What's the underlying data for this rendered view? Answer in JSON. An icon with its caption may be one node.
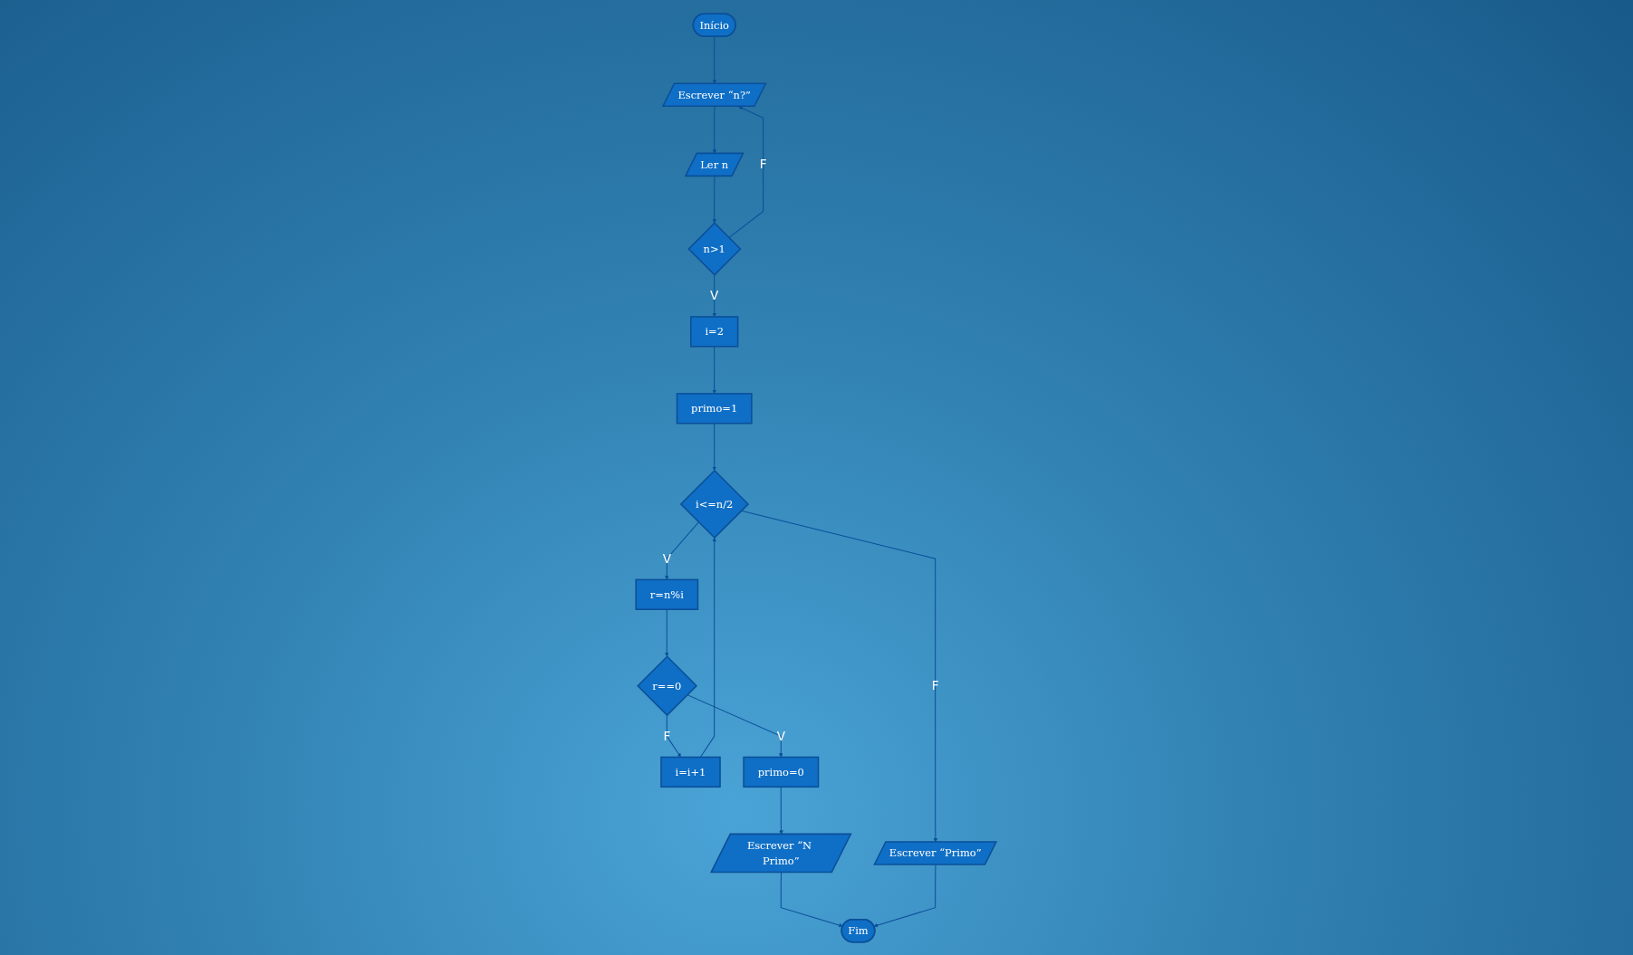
{
  "diagram": {
    "nodes": [
      {
        "text": [
          "Início"
        ]
      },
      {
        "text": [
          "Escrever “n?”"
        ]
      },
      {
        "text": [
          "Ler n"
        ]
      },
      {
        "text": [
          "n>1"
        ]
      },
      {
        "text": [
          "i=2"
        ]
      },
      {
        "text": [
          "primo=1"
        ]
      },
      {
        "text": [
          "i<=n/2"
        ]
      },
      {
        "text": [
          "r=n%i"
        ]
      },
      {
        "text": [
          "r==0"
        ]
      },
      {
        "text": [
          "i=i+1"
        ]
      },
      {
        "text": [
          "primo=0"
        ]
      },
      {
        "text": [
          "Escrever “N Primo”"
        ]
      },
      {
        "text": [
          "Escrever “Primo”"
        ]
      },
      {
        "text": [
          "Fim"
        ]
      }
    ],
    "edges": [
      {
        "from": 0,
        "to": 1,
        "arrow": "to"
      },
      {
        "from": 1,
        "to": 2,
        "arrow": "to"
      },
      {
        "from": 2,
        "to": 3,
        "arrow": "to"
      },
      {
        "from": 3,
        "to": 1,
        "arrow": "to",
        "label": "F"
      },
      {
        "from": 3,
        "to": 4,
        "arrow": "to",
        "label": "V"
      },
      {
        "from": 4,
        "to": 5,
        "arrow": "to"
      },
      {
        "from": 5,
        "to": 6,
        "arrow": "to"
      },
      {
        "from": 6,
        "to": 7,
        "arrow": "to",
        "label": "V"
      },
      {
        "from": 7,
        "to": 8,
        "arrow": "to"
      },
      {
        "from": 8,
        "to": 10,
        "arrow": "to",
        "label": "V"
      },
      {
        "from": 8,
        "to": 9,
        "arrow": "to",
        "label": "F"
      },
      {
        "from": 9,
        "to": 6,
        "arrow": "to"
      },
      {
        "from": 10,
        "to": 11,
        "arrow": "to"
      },
      {
        "from": 11,
        "to": 13,
        "arrow": "to"
      },
      {
        "from": 6,
        "to": 12,
        "arrow": "to",
        "label": "F"
      },
      {
        "from": 12,
        "to": 13,
        "arrow": "to"
      }
    ]
  }
}
